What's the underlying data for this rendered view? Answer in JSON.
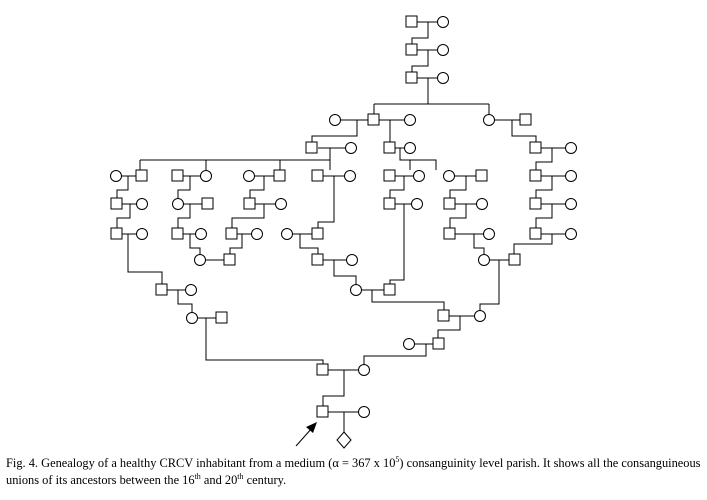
{
  "figure": {
    "caption": {
      "label": "Fig. 4.",
      "part1": " Genealogy of a healthy CRCV inhabitant from a medium (α = 367 x 10",
      "exponent": "5",
      "part2": ") consanguinity level parish. It shows all the consanguineous unions of its ancestors between the 16",
      "sup_th1": "th",
      "part3": " and 20",
      "sup_th2": "th",
      "part4": " century."
    },
    "legend_symbols": {
      "male": "square",
      "female": "circle",
      "unknown_sex_proband_child": "diamond",
      "proband_marker": "arrow"
    }
  }
}
